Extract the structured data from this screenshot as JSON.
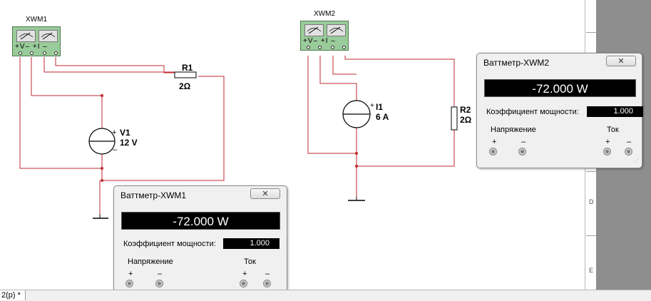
{
  "schematic": {
    "xwm1": {
      "name": "XWM1",
      "pins": "+V– +I –"
    },
    "xwm2": {
      "name": "XWM2",
      "pins": "+V– +I –"
    },
    "r1": {
      "name": "R1",
      "value": "2Ω"
    },
    "r2": {
      "name": "R2",
      "value": "2Ω"
    },
    "v1": {
      "name": "V1",
      "value": "12 V",
      "plus": "+",
      "minus": "–"
    },
    "i1": {
      "name": "I1",
      "value": "6 A",
      "plus": "+"
    }
  },
  "ruler": {
    "marks": [
      "D",
      "E"
    ]
  },
  "status": {
    "tab_label": "2(p) *"
  },
  "wattmeter_windows": [
    {
      "title": "Ваттметр-XWM2",
      "close_glyph": "✕",
      "reading": "-72.000 W",
      "pf_label": "Коэффициент мощности:",
      "pf_value": "1.000",
      "voltage_label": "Напряжение",
      "current_label": "Ток",
      "plus": "+",
      "minus": "–"
    },
    {
      "title": "Ваттметр-XWM1",
      "close_glyph": "✕",
      "reading": "-72.000 W",
      "pf_label": "Коэффициент мощности:",
      "pf_value": "1.000",
      "voltage_label": "Напряжение",
      "current_label": "Ток",
      "plus": "+",
      "minus": "–"
    }
  ],
  "colors": {
    "wire": "#c0202a",
    "meter_body": "#9acb9a",
    "display_bg": "#000000"
  }
}
